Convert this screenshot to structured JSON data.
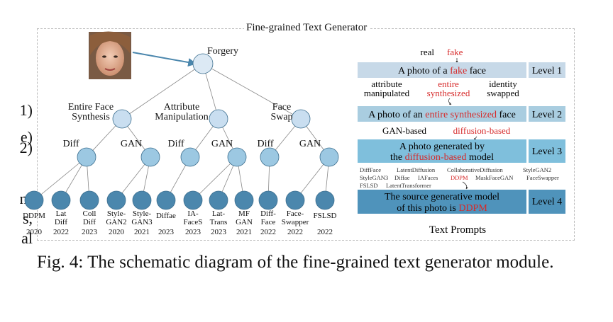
{
  "margin_fragments": [
    "1)",
    "e)",
    "2)",
    "n-",
    "s,",
    "al"
  ],
  "figure_title": "Fine-grained Text Generator",
  "tree": {
    "root": "Forgery",
    "branches": [
      {
        "label": [
          "Entire Face",
          "Synthesis"
        ],
        "subs": [
          "Diff",
          "GAN"
        ]
      },
      {
        "label": [
          "Attribute",
          "Manipulation"
        ],
        "subs": [
          "Diff",
          "GAN"
        ]
      },
      {
        "label": [
          "Face",
          "Swap"
        ],
        "subs": [
          "Diff",
          "GAN"
        ]
      }
    ],
    "leaves": [
      {
        "name": [
          "DDPM"
        ],
        "year": "2020"
      },
      {
        "name": [
          "Lat",
          "Diff"
        ],
        "year": "2022"
      },
      {
        "name": [
          "Coll",
          "Diff"
        ],
        "year": "2023"
      },
      {
        "name": [
          "Style-",
          "GAN2"
        ],
        "year": "2020"
      },
      {
        "name": [
          "Style-",
          "GAN3"
        ],
        "year": "2021"
      },
      {
        "name": [
          "Diffae"
        ],
        "year": "2023"
      },
      {
        "name": [
          "IA-",
          "FaceS"
        ],
        "year": "2023"
      },
      {
        "name": [
          "Lat-",
          "Trans"
        ],
        "year": "2023"
      },
      {
        "name": [
          "MF",
          "GAN"
        ],
        "year": "2021"
      },
      {
        "name": [
          "Diff-",
          "Face"
        ],
        "year": "2022"
      },
      {
        "name": [
          "Face-",
          "Swapper"
        ],
        "year": "2022"
      },
      {
        "name": [
          "FSLSD"
        ],
        "year": "2022"
      }
    ]
  },
  "prompts": {
    "real_fake": {
      "real": "real",
      "fake": "fake"
    },
    "level1": {
      "pre": "A photo of a ",
      "hl": "fake",
      "post": " face",
      "tag": "Level 1"
    },
    "options2": {
      "a": [
        "attribute",
        "manipulated"
      ],
      "b": [
        "entire",
        "synthesized"
      ],
      "c": [
        "identity",
        "swapped"
      ]
    },
    "level2": {
      "pre": "A photo of an ",
      "hl": "entire synthesized",
      "post": " face",
      "tag": "Level 2"
    },
    "options3": {
      "a": "GAN-based",
      "b": "diffusion-based"
    },
    "level3": {
      "line1": "A photo generated by",
      "pre": "the ",
      "hl": "diffusion-based",
      "post": " model",
      "tag": "Level 3"
    },
    "models_line1": [
      "DiffFace",
      "LatentDiffusion",
      "CollaborativeDiffusion",
      "StyleGAN2"
    ],
    "models_line2": [
      "StyleGAN3",
      "Diffae",
      "IAFaces",
      "DDPM",
      "MaskFaceGAN",
      "FaceSwapper"
    ],
    "models_line3": [
      "FSLSD",
      "LatentTransformer"
    ],
    "level4": {
      "line1": "The source generative model",
      "pre": "of this photo is ",
      "hl": "DDPM",
      "tag": "Level 4"
    },
    "footer": "Text Prompts"
  },
  "caption": "Fig. 4: The schematic diagram of the fine-grained text generator module.",
  "colors": {
    "highlight": "#d62a2a",
    "level1": "#c7d9e8",
    "level2": "#a9cde0",
    "level3": "#7fbfdc",
    "level4": "#4f93bb",
    "node_light": "#c9def0",
    "node_mid": "#9cc8e2",
    "node_dark": "#4b87ad"
  }
}
